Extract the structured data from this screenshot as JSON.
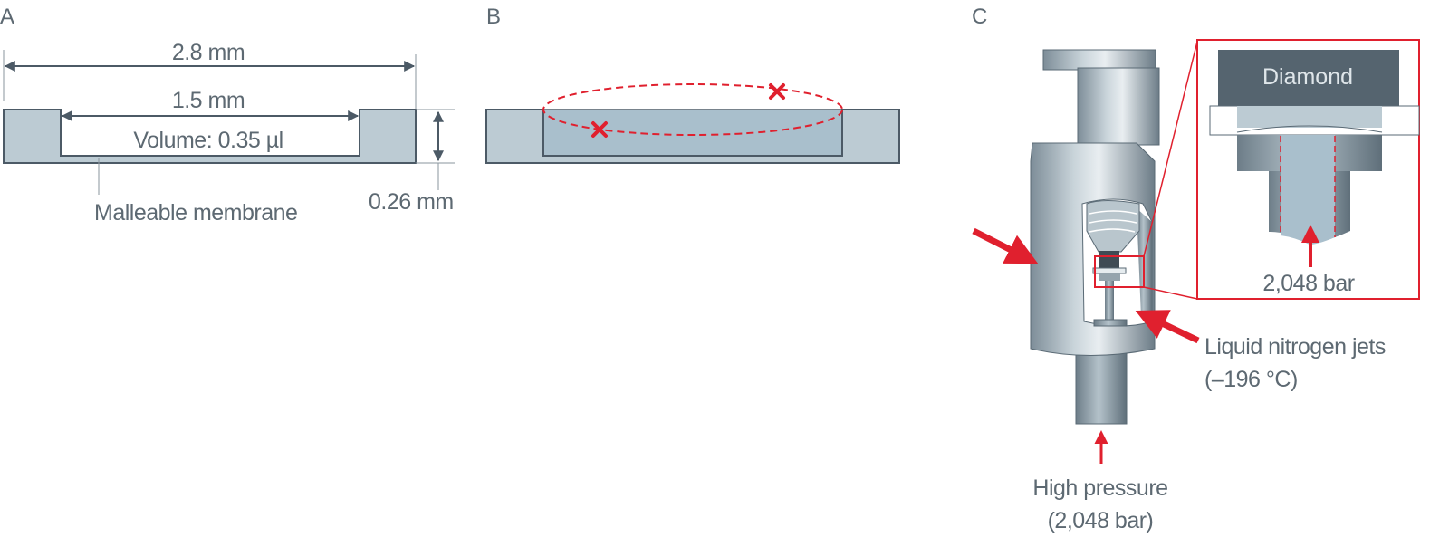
{
  "panels": {
    "a": {
      "label": "A",
      "outer_width": "2.8 mm",
      "inner_width": "1.5 mm",
      "volume": "Volume: 0.35 µl",
      "height": "0.26 mm",
      "membrane": "Malleable membrane"
    },
    "b": {
      "label": "B"
    },
    "c": {
      "label": "C",
      "diamond": "Diamond",
      "inset_pressure": "2,048 bar",
      "nitrogen_line1": "Liquid nitrogen jets",
      "nitrogen_line2": "(–196 °C)",
      "pressure_line1": "High pressure",
      "pressure_line2": "(2,048 bar)"
    }
  },
  "colors": {
    "metal": "#bccbd3",
    "outline": "#4c5a66",
    "sample": "#a9bfcc",
    "accent_red": "#e0202e",
    "diamond": "#55646f"
  }
}
